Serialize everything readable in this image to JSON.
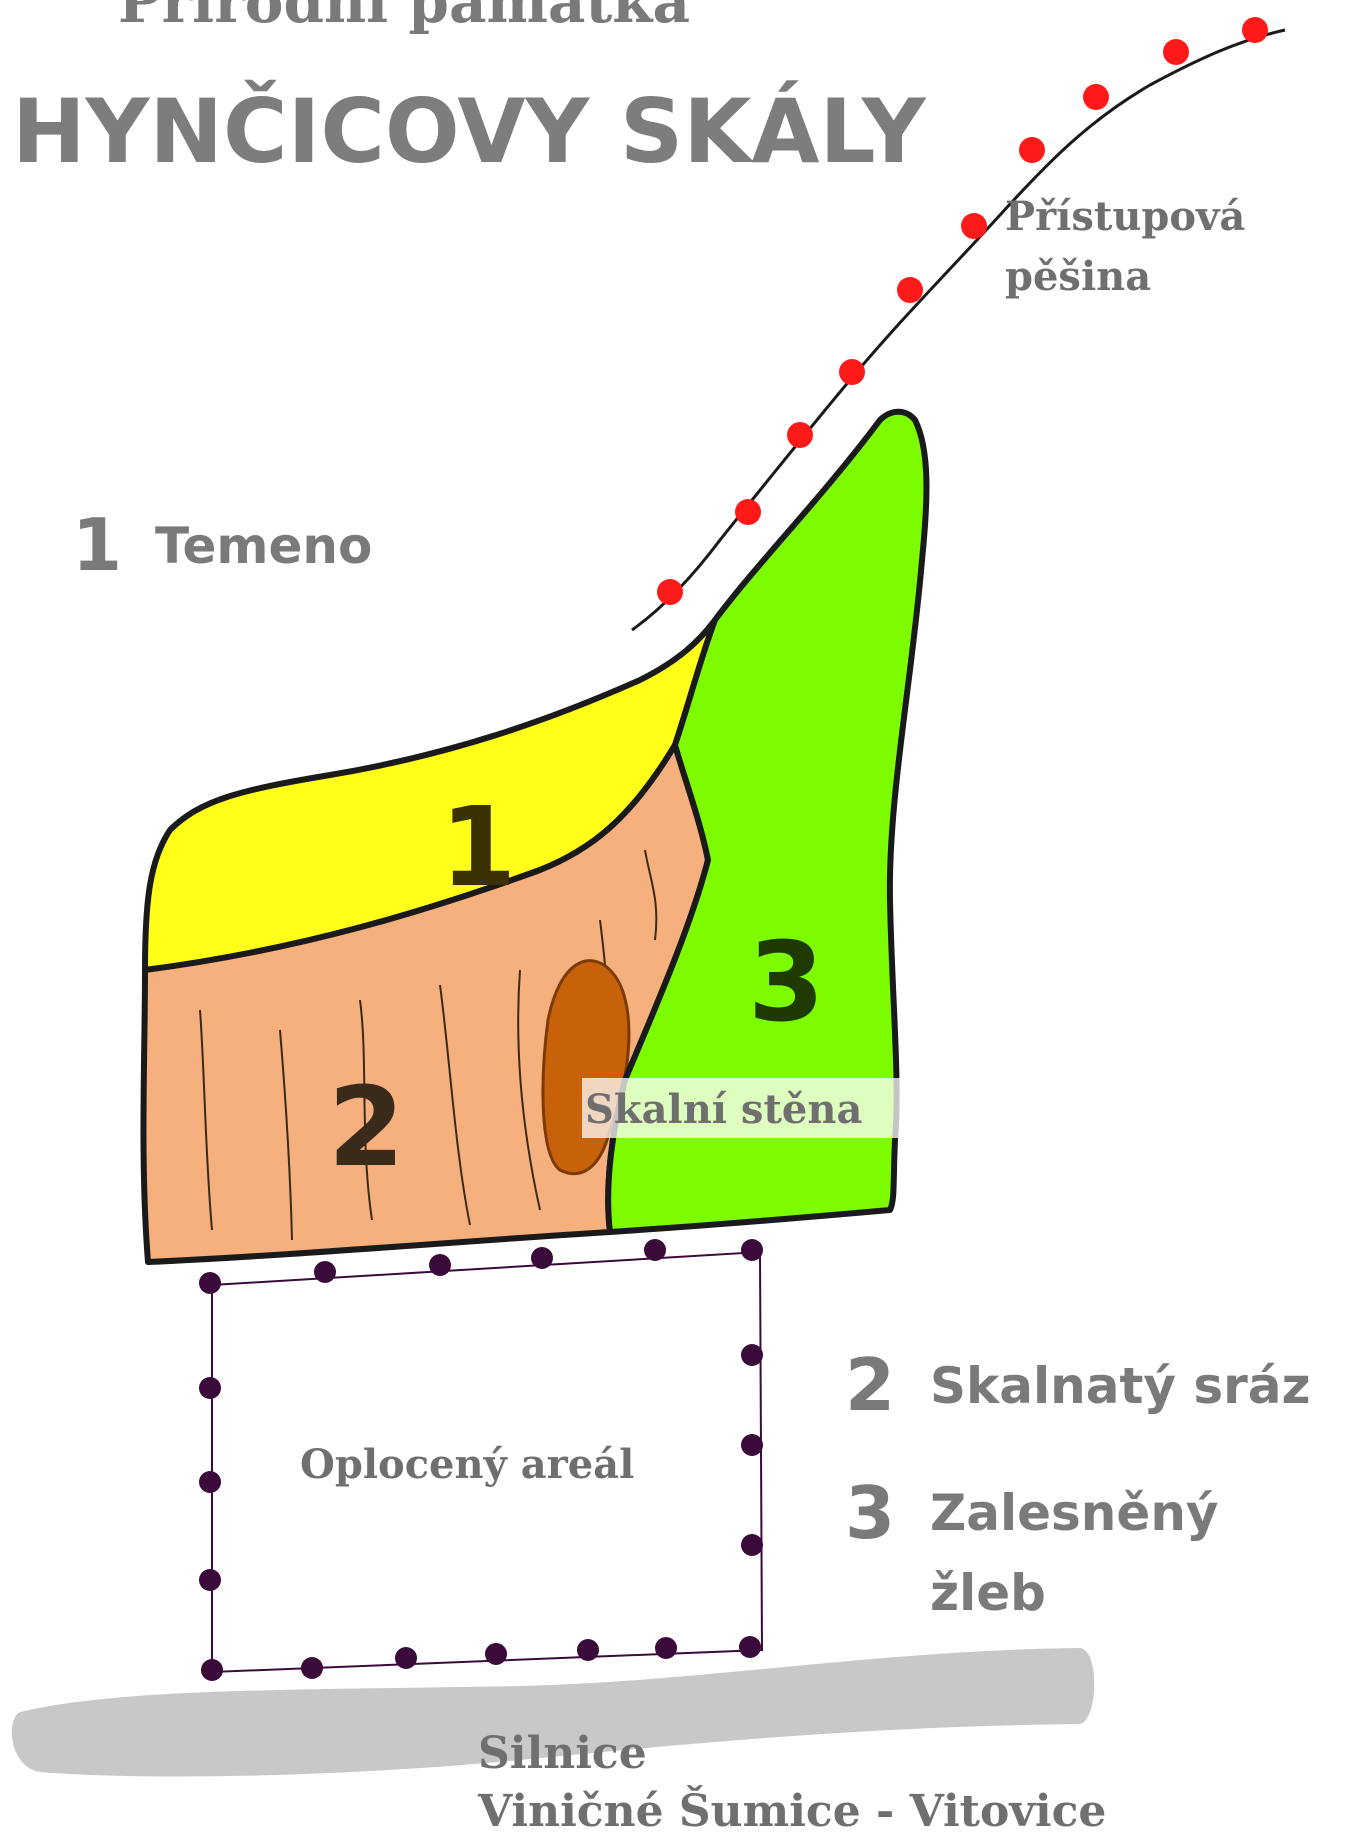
{
  "title": {
    "line1": "Přírodní památka",
    "line2": "HYNČICOVY SKÁLY"
  },
  "areas": [
    {
      "number": "1",
      "fill": "#ffff1a",
      "num_color": "#3b3000"
    },
    {
      "number": "2",
      "fill": "#f5b07e",
      "num_color": "#3a2a1a"
    },
    {
      "number": "3",
      "fill": "#7dfc00",
      "num_color": "#1f3a00"
    }
  ],
  "legend": [
    {
      "number": "1",
      "label": "Temeno"
    },
    {
      "number": "2",
      "label": "Skalnatý sráz"
    },
    {
      "number": "3",
      "label_line1": "Zalesněný",
      "label_line2": "žleb"
    }
  ],
  "labels": {
    "path_line1": "Přístupová",
    "path_line2": "pěšina",
    "rock_wall": "Skalní stěna",
    "fenced_area": "Oplocený areál",
    "road_line1": "Silnice",
    "road_line2": "Viničné Šumice - Vitovice"
  },
  "colors": {
    "path_dots": "#ff1a1a",
    "fence_dots": "#3a0a3a",
    "cave": "#c8620a",
    "road": "#c8c8c8",
    "outline": "#1a1a1a"
  },
  "icons": {
    "path_marker": "red-dot-icon",
    "fence_marker": "purple-dot-icon"
  }
}
